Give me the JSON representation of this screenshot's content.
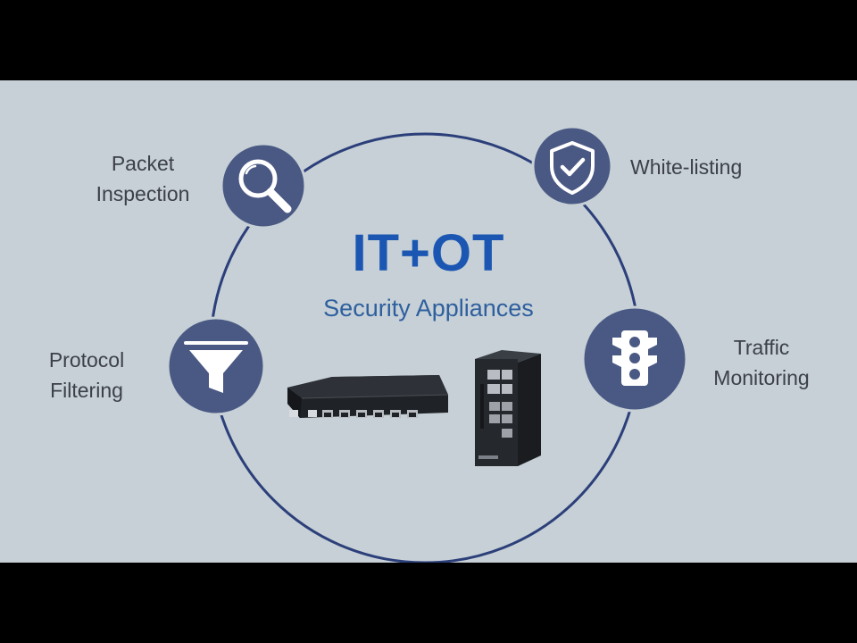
{
  "colors": {
    "frame": "#000000",
    "background": "#c6d0d6",
    "circle": "#2c3f7a",
    "node": "#4a5984",
    "icon": "#ffffff",
    "title": "#1b57b2",
    "label": "#3d4048"
  },
  "center": {
    "title": "IT+OT",
    "subtitle": "Security Appliances"
  },
  "features": [
    {
      "icon": "magnifier-icon",
      "line1": "Packet",
      "line2": "Inspection"
    },
    {
      "icon": "shield-check-icon",
      "line1": "White-listing",
      "line2": ""
    },
    {
      "icon": "funnel-icon",
      "line1": "Protocol",
      "line2": "Filtering"
    },
    {
      "icon": "traffic-light-icon",
      "line1": "Traffic",
      "line2": "Monitoring"
    }
  ]
}
